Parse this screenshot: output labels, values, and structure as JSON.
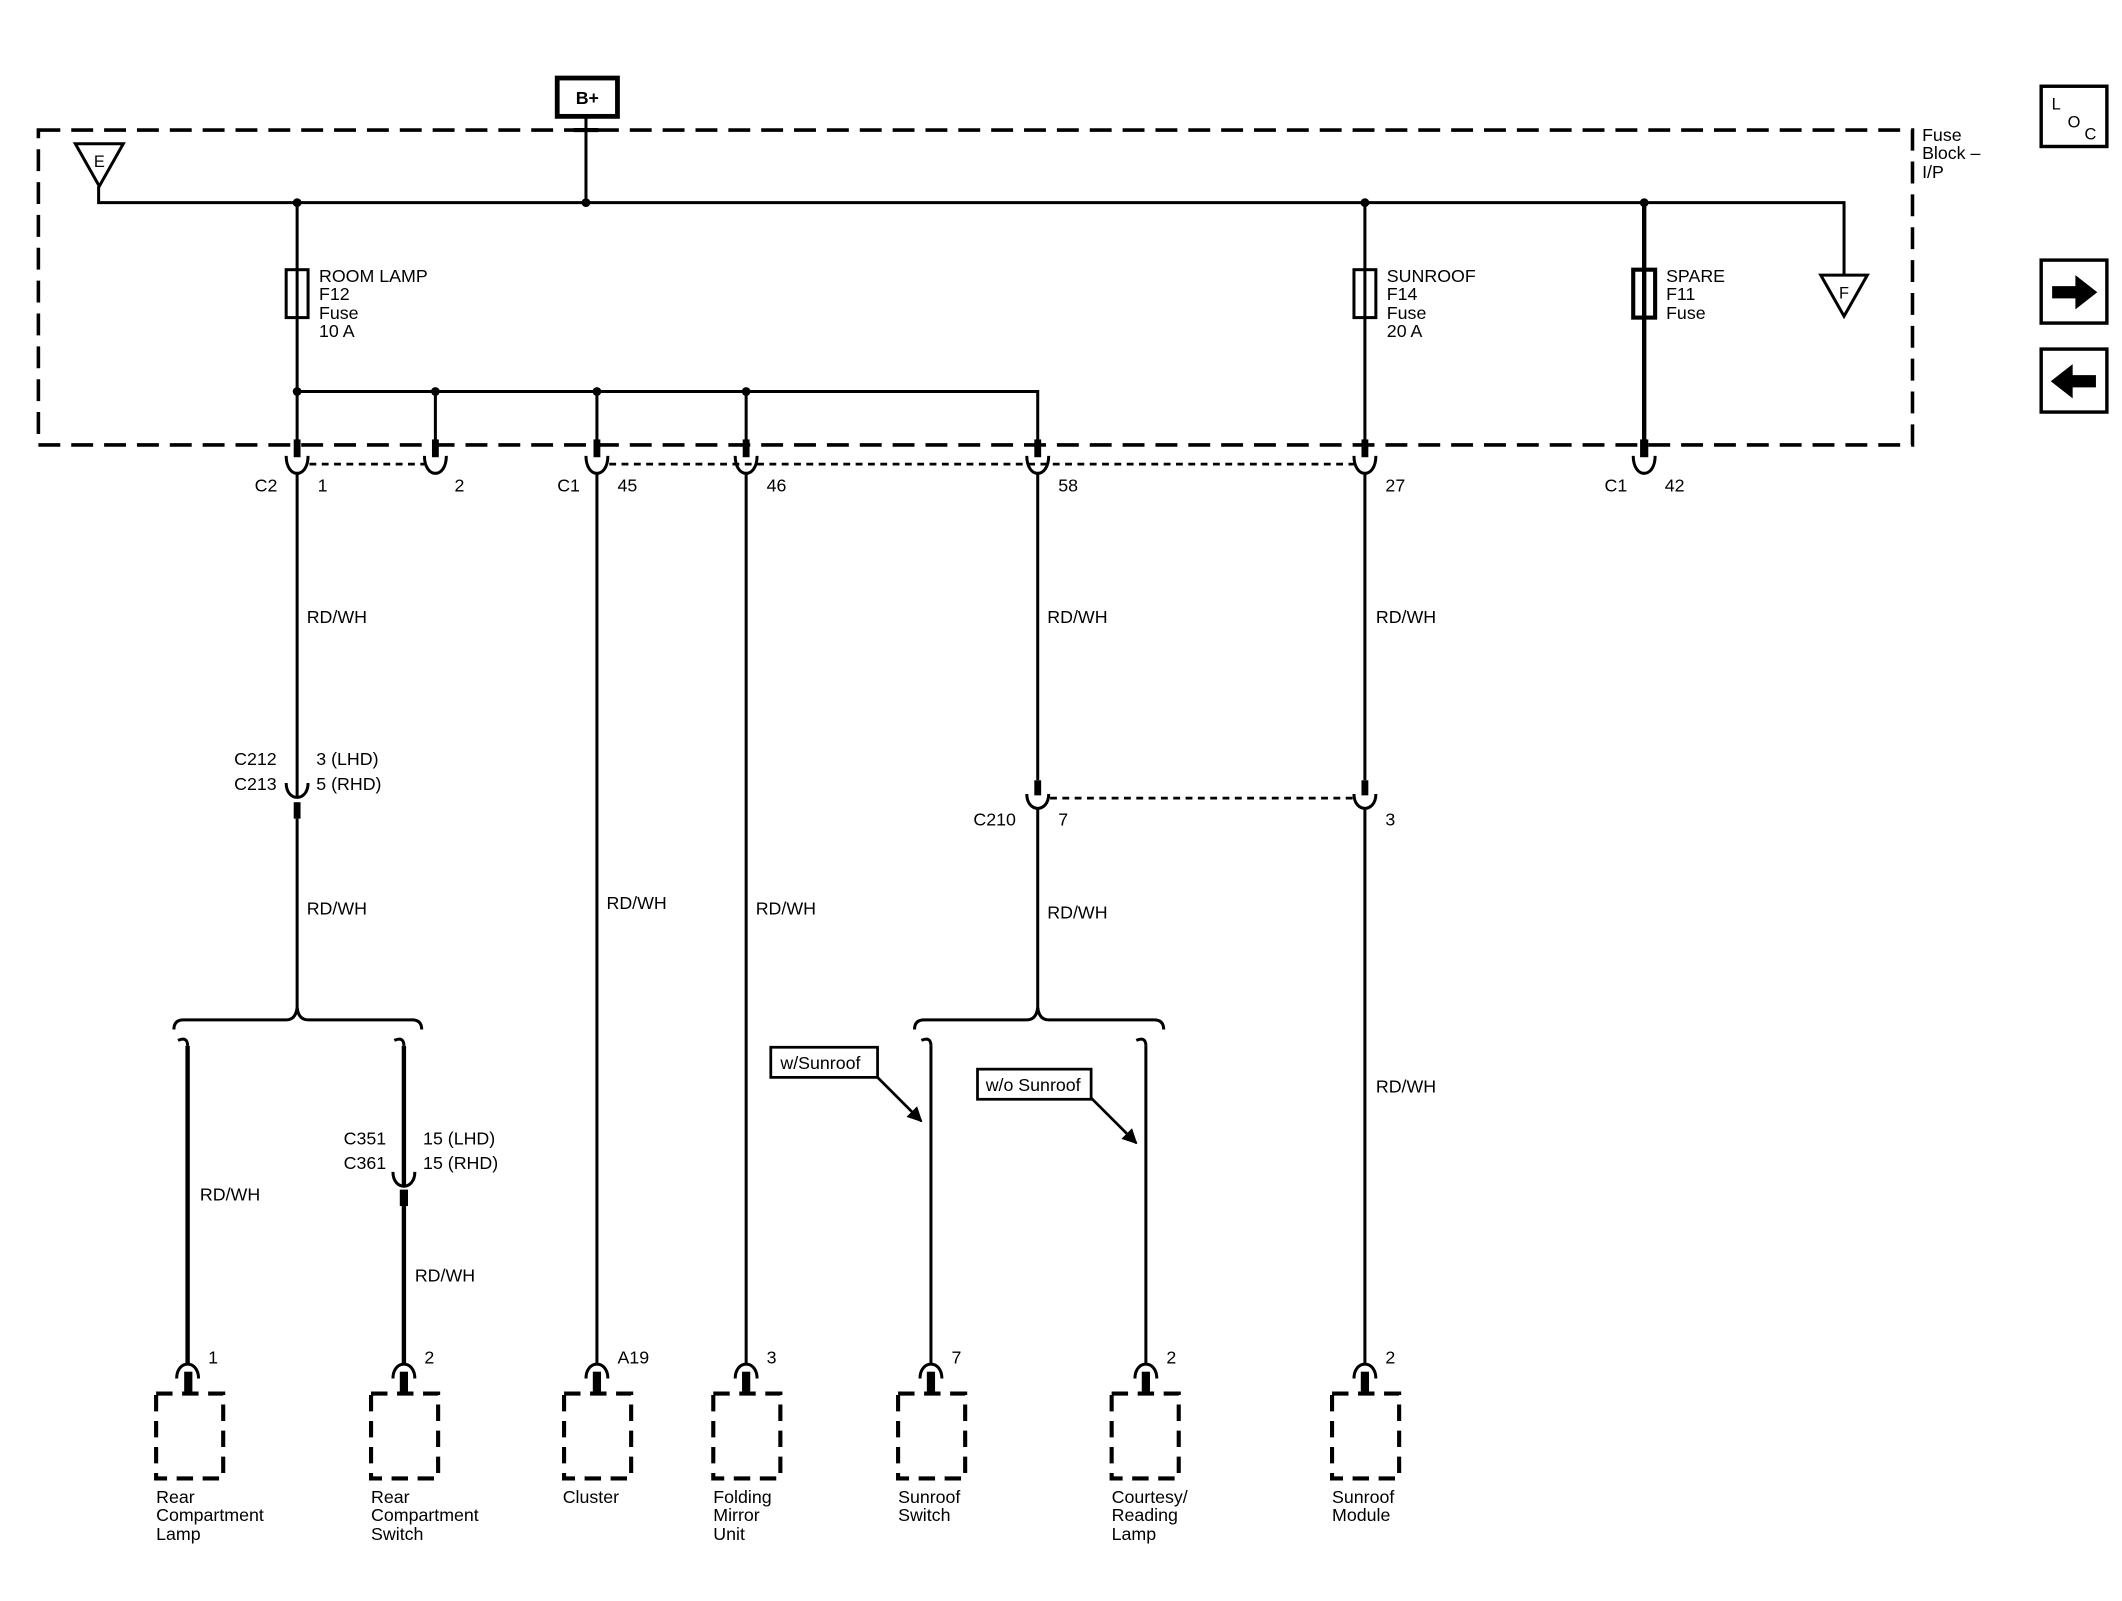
{
  "colors": {
    "ink": "#000000",
    "background": "#ffffff"
  },
  "power_source": {
    "label": "B+"
  },
  "fuse_block": {
    "label_lines": [
      "Fuse",
      "Block –",
      "I/P"
    ]
  },
  "bus_refs": {
    "start": "E",
    "end": "F"
  },
  "nav": {
    "loc_letters": [
      "L",
      "O",
      "C"
    ],
    "icons": {
      "locator": "loc-icon",
      "next": "arrow-right-icon",
      "previous": "arrow-left-icon"
    }
  },
  "fuses": [
    {
      "name": "ROOM LAMP",
      "id": "F12",
      "type": "Fuse",
      "rating": "10 A"
    },
    {
      "name": "SUNROOF",
      "id": "F14",
      "type": "Fuse",
      "rating": "20 A"
    },
    {
      "name": "SPARE",
      "id": "F11",
      "type": "Fuse"
    }
  ],
  "connectors": {
    "c2": {
      "name": "C2",
      "pins": [
        "1",
        "2"
      ]
    },
    "c1": {
      "name": "C1",
      "pins": [
        "45",
        "46",
        "58",
        "27"
      ]
    },
    "c1_spare": {
      "name": "C1",
      "pin": "42"
    },
    "c212_c213": {
      "names": [
        "C212",
        "C213"
      ],
      "pins": [
        "3 (LHD)",
        "5 (RHD)"
      ]
    },
    "c210": {
      "name": "C210",
      "pins": [
        "7",
        "3"
      ]
    },
    "c351_c361": {
      "names": [
        "C351",
        "C361"
      ],
      "pins": [
        "15 (LHD)",
        "15 (RHD)"
      ]
    }
  },
  "wire_labels": [
    "RD/WH",
    "RD/WH",
    "RD/WH",
    "RD/WH",
    "RD/WH",
    "RD/WH",
    "RD/WH",
    "RD/WH",
    "RD/WH",
    "RD/WH"
  ],
  "options": {
    "with_sunroof": "w/Sunroof",
    "without_sunroof": "w/o Sunroof"
  },
  "components": [
    {
      "pin": "1",
      "name_lines": [
        "Rear",
        "Compartment",
        "Lamp"
      ]
    },
    {
      "pin": "2",
      "name_lines": [
        "Rear",
        "Compartment",
        "Switch"
      ]
    },
    {
      "pin": "A19",
      "name_lines": [
        "Cluster"
      ]
    },
    {
      "pin": "3",
      "name_lines": [
        "Folding",
        "Mirror",
        "Unit"
      ]
    },
    {
      "pin": "7",
      "name_lines": [
        "Sunroof",
        "Switch"
      ]
    },
    {
      "pin": "2",
      "name_lines": [
        "Courtesy/",
        "Reading",
        "Lamp"
      ]
    },
    {
      "pin": "2",
      "name_lines": [
        "Sunroof",
        "Module"
      ]
    }
  ]
}
